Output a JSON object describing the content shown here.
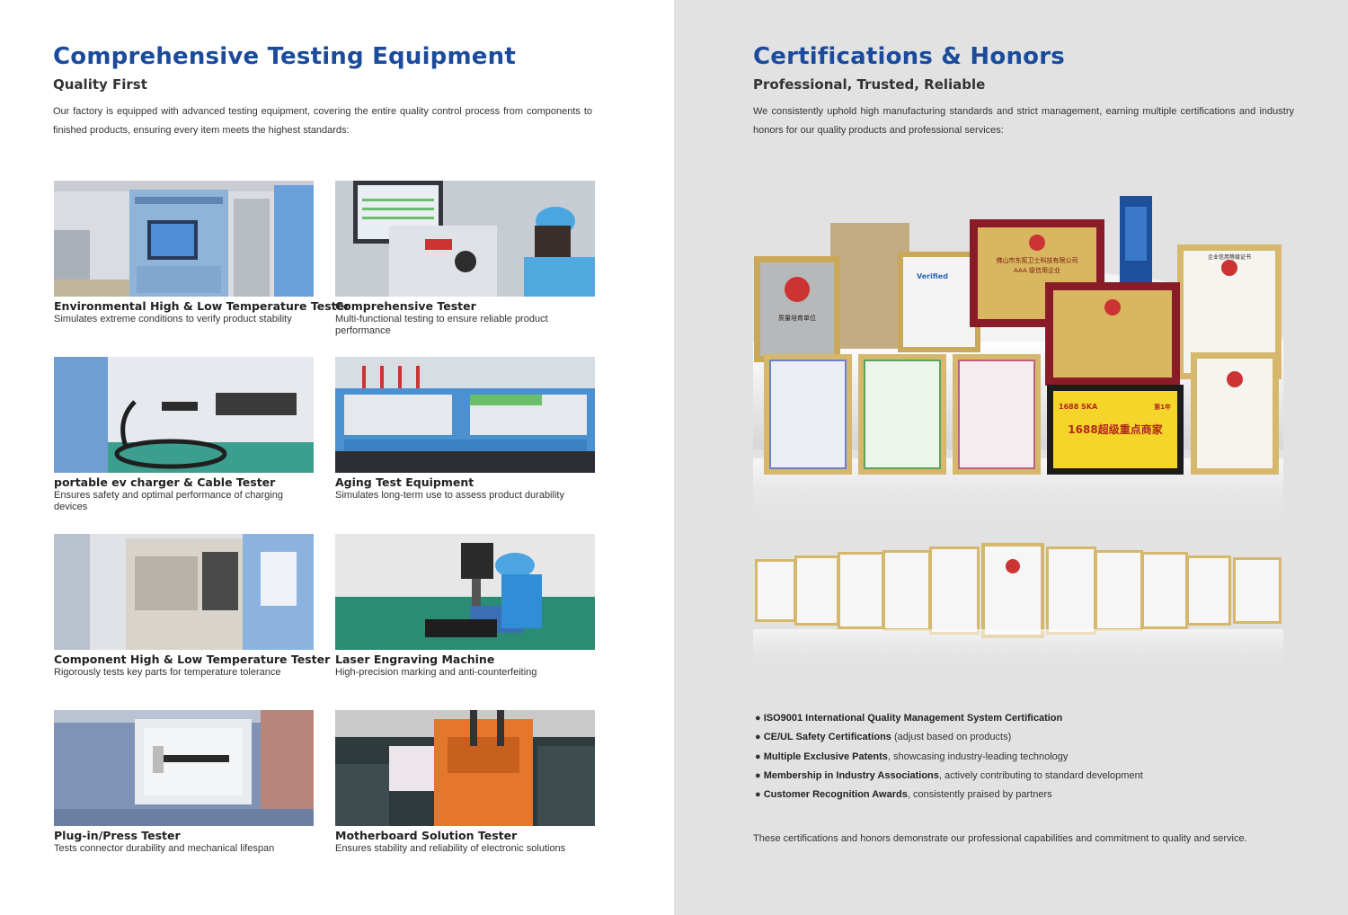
{
  "left": {
    "title": "Comprehensive Testing Equipment",
    "subtitle": "Quality First",
    "intro": "Our factory is equipped with advanced testing equipment, covering the entire quality control process from components to finished products, ensuring every item meets the highest standards:",
    "cards": [
      {
        "title": "Environmental High & Low Temperature Tester",
        "desc": "Simulates extreme conditions to verify product stability"
      },
      {
        "title": "Comprehensive Tester",
        "desc": "Multi-functional testing to ensure reliable product performance"
      },
      {
        "title": "portable ev charger & Cable Tester",
        "desc": "Ensures safety and optimal performance of charging devices"
      },
      {
        "title": "Aging Test Equipment",
        "desc": "Simulates long-term use to assess product durability"
      },
      {
        "title": "Component High & Low Temperature Tester",
        "desc": "Rigorously tests key parts for temperature tolerance"
      },
      {
        "title": "Laser Engraving Machine",
        "desc": "High-precision marking and anti-counterfeiting"
      },
      {
        "title": "Plug-in/Press Tester",
        "desc": "Tests connector durability and mechanical lifespan"
      },
      {
        "title": "Motherboard Solution Tester",
        "desc": "Ensures stability and reliability of electronic solutions"
      }
    ]
  },
  "right": {
    "title": "Certifications & Honors",
    "subtitle": "Professional, Trusted, Reliable",
    "intro": "We consistently uphold high manufacturing standards and strict management, earning multiple certifications and industry honors for our quality products and professional services:",
    "bullets": [
      {
        "bold": "ISO9001 International Quality Management System Certification",
        "rest": ""
      },
      {
        "bold": "CE/UL Safety Certifications",
        "rest": " (adjust based on products)"
      },
      {
        "bold": "Multiple Exclusive Patents",
        "rest": ", showcasing industry-leading technology"
      },
      {
        "bold": "Membership in Industry Associations",
        "rest": ", actively contributing to standard development"
      },
      {
        "bold": "Customer Recognition Awards",
        "rest": ", consistently praised by partners"
      }
    ],
    "closing": "These certifications and honors demonstrate our professional capabilities and commitment to quality and service.",
    "plaques": {
      "quality_plaque": "质量培育单位",
      "aaa_plaque": "佛山市东宪卫士科技有限公司",
      "aaa_sub": "AAA 级信用企业",
      "ska_badge": "1688 SKA",
      "ska_rank": "第1年",
      "ska_main": "1688超级重点商家",
      "credit_cert": "企业信用等级证书",
      "verified": "Verified"
    }
  },
  "colors": {
    "title_blue": "#1b4b9a",
    "right_bg": "#e2e2e3",
    "gold": "#c9a85a"
  }
}
